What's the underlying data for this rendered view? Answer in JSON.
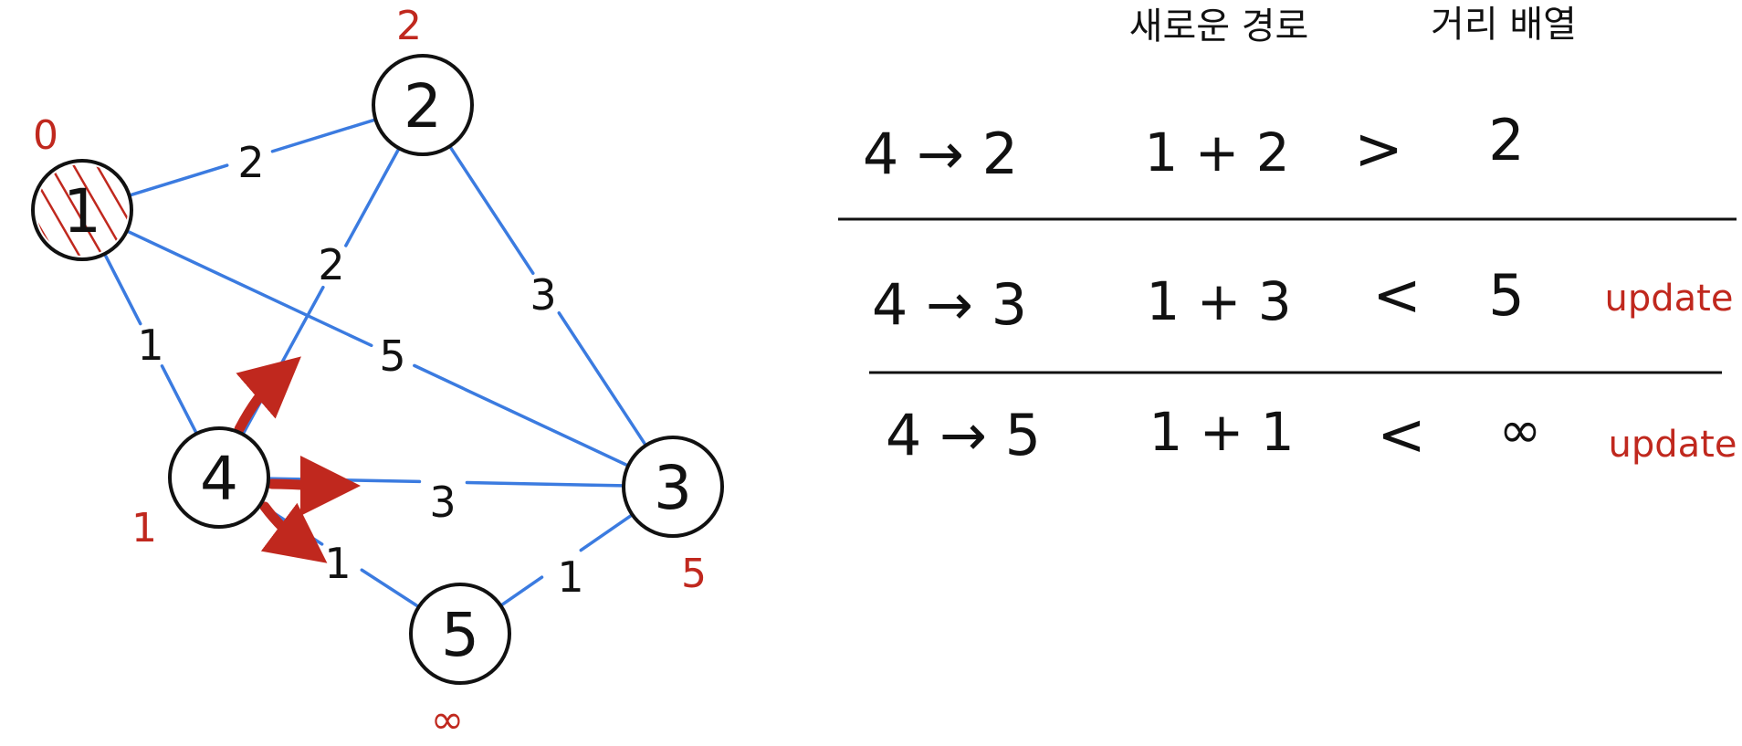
{
  "graph": {
    "nodes": [
      {
        "id": "1",
        "label": "1",
        "distance": "0",
        "visited": true
      },
      {
        "id": "2",
        "label": "2",
        "distance": "2",
        "visited": false
      },
      {
        "id": "3",
        "label": "3",
        "distance": "5",
        "visited": false
      },
      {
        "id": "4",
        "label": "4",
        "distance": "1",
        "visited": false,
        "current": true
      },
      {
        "id": "5",
        "label": "5",
        "distance": "∞",
        "visited": false
      }
    ],
    "edges": [
      {
        "from": "1",
        "to": "2",
        "weight": "2"
      },
      {
        "from": "1",
        "to": "4",
        "weight": "1"
      },
      {
        "from": "1",
        "to": "3",
        "weight": "5"
      },
      {
        "from": "2",
        "to": "4",
        "weight": "2"
      },
      {
        "from": "2",
        "to": "3",
        "weight": "3"
      },
      {
        "from": "4",
        "to": "3",
        "weight": "3"
      },
      {
        "from": "4",
        "to": "5",
        "weight": "1"
      },
      {
        "from": "5",
        "to": "3",
        "weight": "1"
      }
    ],
    "relaxed_targets": [
      "2",
      "3",
      "5"
    ]
  },
  "table": {
    "headers": {
      "new_path": "새로운 경로",
      "distance_array": "거리 배열"
    },
    "rows": [
      {
        "path": "4 → 2",
        "sum": "1 + 2",
        "compare": ">",
        "current": "2",
        "note": ""
      },
      {
        "path": "4 → 3",
        "sum": "1 + 3",
        "compare": "<",
        "current": "5",
        "note": "update"
      },
      {
        "path": "4 → 5",
        "sum": "1 + 1",
        "compare": "<",
        "current": "∞",
        "note": "update"
      }
    ]
  },
  "colors": {
    "edge": "#3b7be0",
    "annotation": "#c0281e",
    "ink": "#111111"
  }
}
